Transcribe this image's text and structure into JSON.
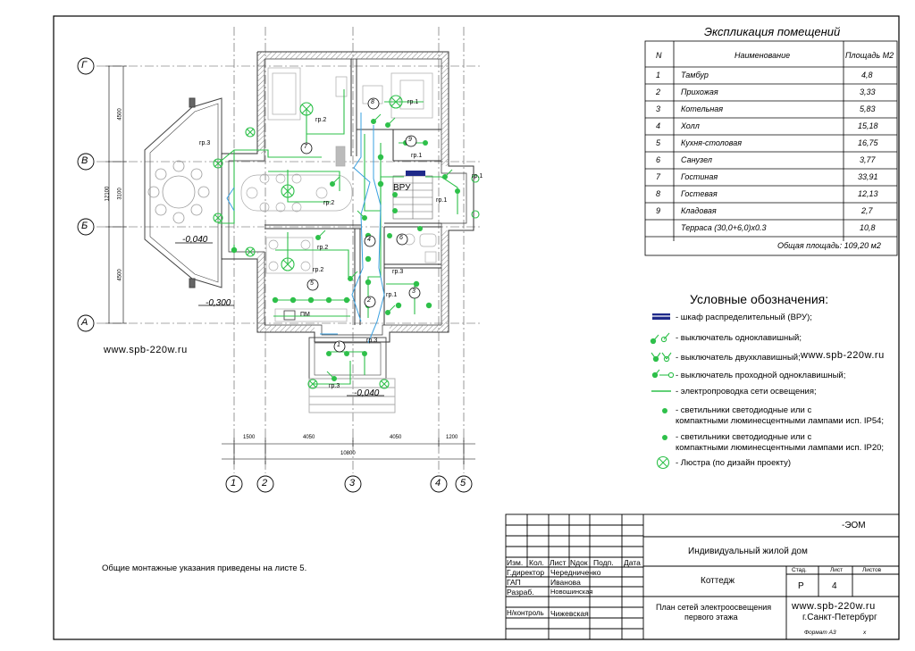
{
  "explication": {
    "title": "Экспликация помещений",
    "headers": [
      "N",
      "Наименование",
      "Площадь М2"
    ],
    "rows": [
      {
        "n": "1",
        "name": "Тамбур",
        "area": "4,8"
      },
      {
        "n": "2",
        "name": "Прихожая",
        "area": "3,33"
      },
      {
        "n": "3",
        "name": "Котельная",
        "area": "5,83"
      },
      {
        "n": "4",
        "name": "Холл",
        "area": "15,18"
      },
      {
        "n": "5",
        "name": "Кухня-столовая",
        "area": "16,75"
      },
      {
        "n": "6",
        "name": "Санузел",
        "area": "3,77"
      },
      {
        "n": "7",
        "name": "Гостиная",
        "area": "33,91"
      },
      {
        "n": "8",
        "name": "Гостевая",
        "area": "12,13"
      },
      {
        "n": "9",
        "name": "Кладовая",
        "area": "2,7"
      },
      {
        "n": "",
        "name": "Терраса (30,0+6,0)x0.3",
        "area": "10,8"
      }
    ],
    "total": "Общая площадь: 109,20 м2"
  },
  "legend": {
    "title": "Условные обозначения:",
    "items": [
      {
        "icon": "panel-icon",
        "text": "- шкаф распределительный (ВРУ);"
      },
      {
        "icon": "switch-single-icon",
        "text": "- выключатель одноклавишный;"
      },
      {
        "icon": "switch-double-icon",
        "text": "- выключатель двухклавишный;",
        "extra": "www.spb-220w.ru"
      },
      {
        "icon": "switch-pass-icon",
        "text": "- выключатель проходной одноклавишный;"
      },
      {
        "icon": "wire-icon",
        "text": "- электропроводка сети освещения;"
      },
      {
        "icon": "lamp-ip54-icon",
        "text": "- светильники светодиодные или с",
        "text2": "компактными люминесцентными лампами исп. IP54;"
      },
      {
        "icon": "lamp-ip20-icon",
        "text": "- светильники светодиодные или с",
        "text2": "компактными люминесцентными лампами исп. IP20;"
      },
      {
        "icon": "chandelier-icon",
        "text": "- Люстра (по дизайн проекту)"
      }
    ]
  },
  "plan": {
    "axes_letters": [
      "Г",
      "В",
      "Б",
      "А"
    ],
    "axes_numbers": [
      "1",
      "2",
      "3",
      "4",
      "5"
    ],
    "dims_bottom": [
      "1500",
      "4050",
      "4050",
      "1200"
    ],
    "dim_total": "10800",
    "dims_left": [
      "4500",
      "3100",
      "4500"
    ],
    "dim_left_total": "12100",
    "levels": [
      "-0,040",
      "-0,300",
      "-0,040"
    ],
    "group_labels": [
      "гр.1",
      "гр.2",
      "гр.3"
    ],
    "panel_label": "ВРУ",
    "kitchen_mark": "ПМ",
    "watermark": "www.spb-220w.ru"
  },
  "notes": {
    "general": "Общие монтажные указания приведены на листе 5."
  },
  "stamp": {
    "code": "-ЭОМ",
    "object": "Индивидуальный жилой дом",
    "building": "Коттедж",
    "sheet_title_1": "План сетей электроосвещения",
    "sheet_title_2": "первого этажа",
    "col_headers": [
      "Изм.",
      "Кол.",
      "Лист",
      "Nдок",
      "Подп.",
      "Дата"
    ],
    "people": [
      {
        "role": "Г.директор",
        "name": "Чередниченко"
      },
      {
        "role": "ГАП",
        "name": "Иванова"
      },
      {
        "role": "Разраб.",
        "name": "Новошинская"
      },
      {
        "role": "Н/контроль",
        "name": "Чижевская"
      }
    ],
    "stage_header": "Стад.",
    "sheet_header": "Лист",
    "sheets_header": "Листов",
    "stage": "Р",
    "sheet": "4",
    "sheets": "",
    "site": "www.spb-220w.ru",
    "city": "г.Санкт-Петербург",
    "format": "Формат А3",
    "x": "x"
  },
  "colors": {
    "wire": "#2ec04a",
    "lamp": "#2ec04a",
    "riser": "#3aa0e0",
    "panel": "#1f2a8a",
    "wall": "#444444",
    "grid": "#555555"
  }
}
